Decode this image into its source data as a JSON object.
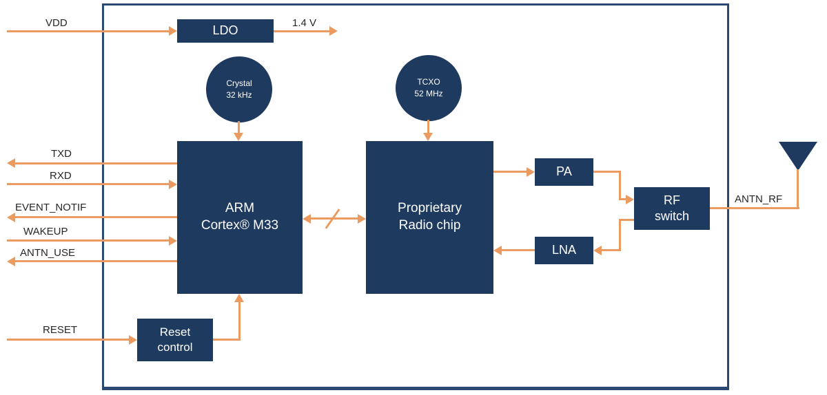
{
  "diagram": {
    "colors": {
      "block_navy": "#1e3a5f",
      "arrow_orange": "#ec9b60",
      "border_blue": "#2b4a73",
      "label_text": "#262626"
    },
    "blocks": {
      "ldo": {
        "label": "LDO"
      },
      "crystal": {
        "line1": "Crystal",
        "line2": "32 kHz"
      },
      "tcxo": {
        "line1": "TCXO",
        "line2": "52 MHz"
      },
      "arm": {
        "line1": "ARM",
        "line2": "Cortex® M33"
      },
      "radio": {
        "line1": "Proprietary",
        "line2": "Radio chip"
      },
      "pa": {
        "label": "PA"
      },
      "lna": {
        "label": "LNA"
      },
      "rf_switch": {
        "line1": "RF",
        "line2": "switch"
      },
      "reset_control": {
        "line1": "Reset",
        "line2": "control"
      }
    },
    "signals": {
      "vdd": "VDD",
      "ldo_out": "1.4 V",
      "txd": "TXD",
      "rxd": "RXD",
      "event_notif": "EVENT_NOTIF",
      "wakeup": "WAKEUP",
      "antn_use": "ANTN_USE",
      "reset": "RESET",
      "antn_rf": "ANTN_RF"
    }
  }
}
